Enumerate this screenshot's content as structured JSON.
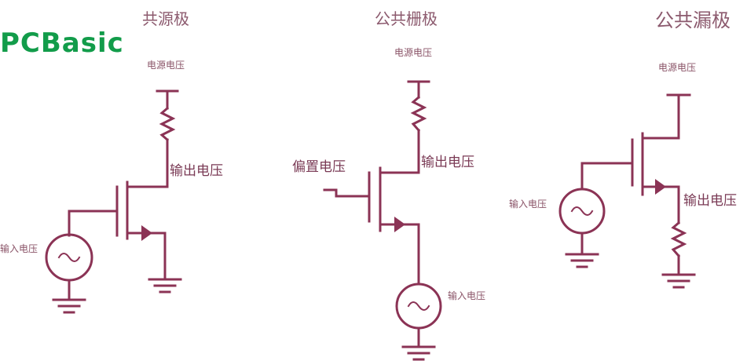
{
  "logo": {
    "text": "PCBasic",
    "color": "#129c4a"
  },
  "colors": {
    "wire": "#8b3355",
    "label": "#7a3a55",
    "title": "#8c5a6e"
  },
  "circuits": [
    {
      "title": "共源极",
      "supply_label": "电源电压",
      "output_label": "输出电压",
      "input_label": "输入电压"
    },
    {
      "title": "公共栅极",
      "supply_label": "电源电压",
      "output_label": "输出电压",
      "bias_label": "偏置电压",
      "input_label": "输入电压"
    },
    {
      "title": "公共漏极",
      "supply_label": "电源电压",
      "output_label": "输出电压",
      "input_label": "输入电压"
    }
  ]
}
